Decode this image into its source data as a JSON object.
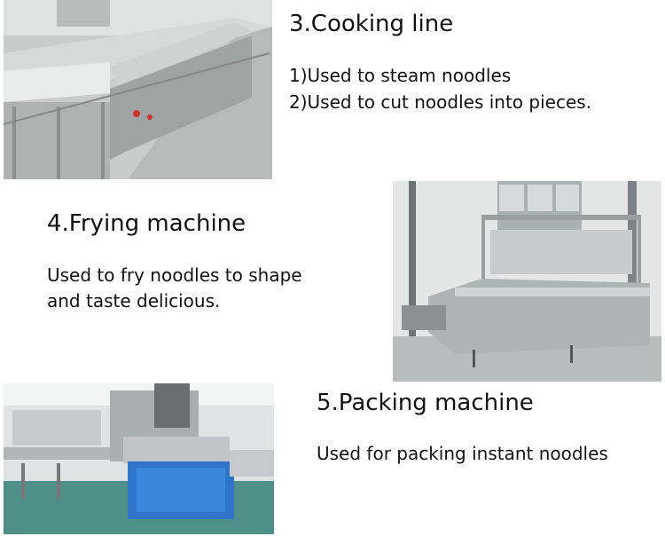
{
  "sections": [
    {
      "heading": "3.Cooking line",
      "lines": [
        "1)Used to steam noodles",
        "2)Used to cut noodles into pieces."
      ]
    },
    {
      "heading": "4.Frying machine",
      "lines": [
        "Used to fry noodles to shape",
        "and taste delicious."
      ]
    },
    {
      "heading": "5.Packing machine",
      "lines": [
        "Used for packing instant noodles"
      ]
    }
  ]
}
